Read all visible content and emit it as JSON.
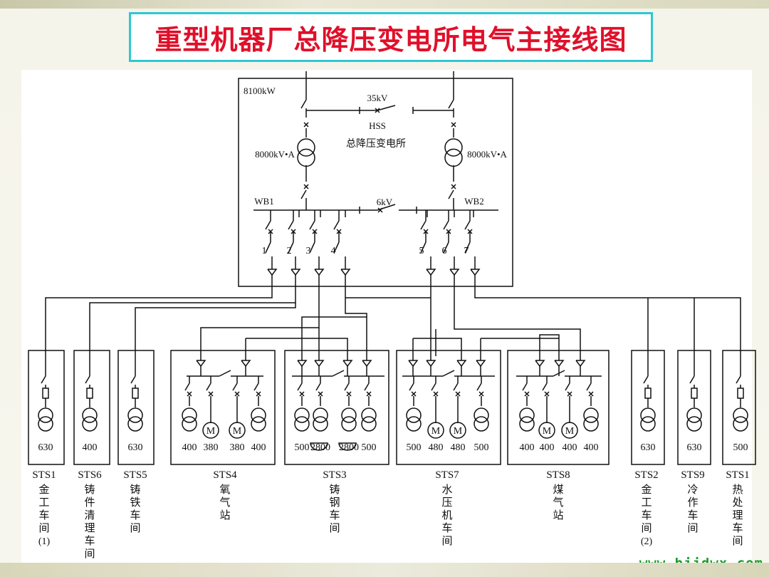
{
  "title": "重型机器厂总降压变电所电气主接线图",
  "footer_url": "www.bjjdwx.com",
  "colors": {
    "title_text": "#e0102a",
    "title_border": "#2ec7d2",
    "footer_text": "#1c9c2e"
  },
  "diagram": {
    "capacity_label": "8100kW",
    "hv_voltage": "35kV",
    "hss_code": "HSS",
    "hss_name": "总降压变电所",
    "transformer_left": "8000kV•A",
    "transformer_right": "8000kV•A",
    "bus_left": "WB1",
    "bus_right": "WB2",
    "lv_voltage": "6kV",
    "feeders": [
      "1",
      "2",
      "3",
      "4",
      "5",
      "6",
      "7"
    ],
    "substations": [
      {
        "code": "STS1",
        "name": "金工车间(1)",
        "ratings": [
          "630"
        ]
      },
      {
        "code": "STS6",
        "name": "铸件清理车间",
        "ratings": [
          "400"
        ]
      },
      {
        "code": "STS5",
        "name": "铸铁车间",
        "ratings": [
          "630"
        ]
      },
      {
        "code": "STS4",
        "name": "氧气站",
        "ratings": [
          "400",
          "380",
          "380",
          "400"
        ]
      },
      {
        "code": "STS3",
        "name": "铸钢车间",
        "ratings": [
          "500",
          "2800",
          "2800",
          "500"
        ]
      },
      {
        "code": "STS7",
        "name": "水压机车间",
        "ratings": [
          "500",
          "480",
          "480",
          "500"
        ]
      },
      {
        "code": "STS8",
        "name": "煤气站",
        "ratings": [
          "400",
          "400",
          "400",
          "400"
        ]
      },
      {
        "code": "STS2",
        "name": "金工车间(2)",
        "ratings": [
          "630"
        ]
      },
      {
        "code": "STS9",
        "name": "冷作车间",
        "ratings": [
          "630"
        ]
      },
      {
        "code": "STS1",
        "name": "热处理车间",
        "ratings": [
          "500"
        ]
      }
    ]
  }
}
